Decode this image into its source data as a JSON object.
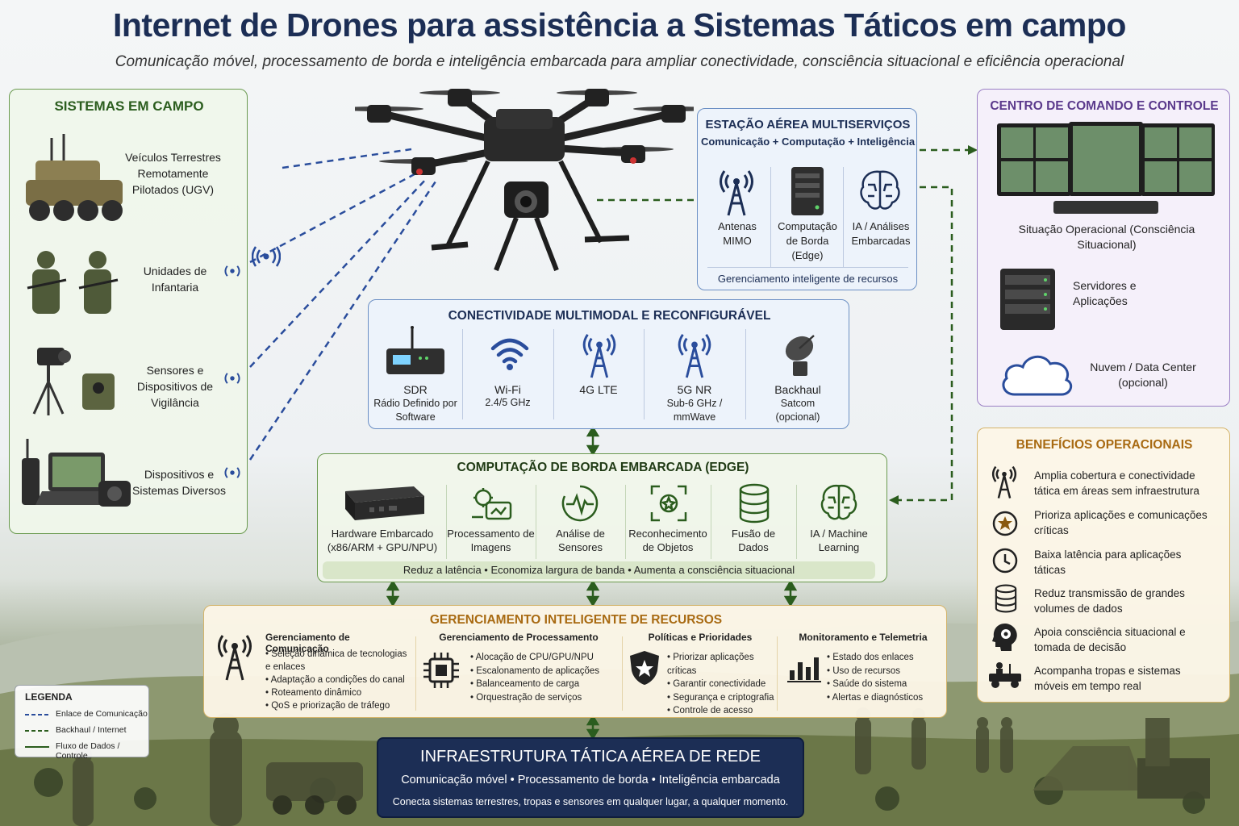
{
  "header": {
    "title": "Internet de Drones para assistência a Sistemas Táticos em campo",
    "subtitle": "Comunicação móvel, processamento de borda e inteligência embarcada para ampliar conectividade, consciência situacional e eficiência operacional"
  },
  "field": {
    "title": "SISTEMAS EM CAMPO",
    "items": [
      {
        "label": "Veículos Terrestres Remotamente Pilotados (UGV)"
      },
      {
        "label": "Unidades de Infantaria"
      },
      {
        "label": "Sensores e Dispositivos de Vigilância"
      },
      {
        "label": "Dispositivos e Sistemas Diversos"
      }
    ]
  },
  "station": {
    "title": "ESTAÇÃO AÉREA MULTISERVIÇOS",
    "subtitle": "Comunicação + Computação + Inteligência",
    "items": [
      {
        "label": "Antenas MIMO"
      },
      {
        "label": "Computação de Borda (Edge)"
      },
      {
        "label": "IA / Análises Embarcadas"
      }
    ],
    "footer": "Gerenciamento inteligente de recursos"
  },
  "command": {
    "title": "CENTRO DE COMANDO E CONTROLE",
    "situation": "Situação Operacional (Consciência Situacional)",
    "servers": "Servidores e Aplicações",
    "cloud": "Nuvem / Data Center (opcional)"
  },
  "connectivity": {
    "title": "CONECTIVIDADE MULTIMODAL E RECONFIGURÁVEL",
    "items": [
      {
        "name": "SDR",
        "desc": "Rádio Definido por Software"
      },
      {
        "name": "Wi-Fi",
        "desc": "2.4/5 GHz"
      },
      {
        "name": "4G LTE",
        "desc": ""
      },
      {
        "name": "5G NR",
        "desc": "Sub-6 GHz / mmWave"
      },
      {
        "name": "Backhaul",
        "desc": "Satcom (opcional)"
      }
    ]
  },
  "edge": {
    "title": "COMPUTAÇÃO DE BORDA EMBARCADA (EDGE)",
    "items": [
      {
        "label": "Hardware Embarcado (x86/ARM + GPU/NPU)"
      },
      {
        "label": "Processamento de Imagens"
      },
      {
        "label": "Análise de Sensores"
      },
      {
        "label": "Reconhecimento de Objetos"
      },
      {
        "label": "Fusão de Dados"
      },
      {
        "label": "IA / Machine Learning"
      }
    ],
    "footer": "Reduz a latência • Economiza largura de banda • Aumenta a consciência situacional"
  },
  "resources": {
    "title": "GERENCIAMENTO INTELIGENTE DE RECURSOS",
    "groups": [
      {
        "title": "Gerenciamento de Comunicação",
        "items": [
          "Seleção dinâmica de tecnologias e enlaces",
          "Adaptação a condições do canal",
          "Roteamento dinâmico",
          "QoS e priorização de tráfego"
        ]
      },
      {
        "title": "Gerenciamento de Processamento",
        "items": [
          "Alocação de CPU/GPU/NPU",
          "Escalonamento de aplicações",
          "Balanceamento de carga",
          "Orquestração de serviços"
        ]
      },
      {
        "title": "Políticas e Prioridades",
        "items": [
          "Priorizar aplicações críticas",
          "Garantir conectividade",
          "Segurança e criptografia",
          "Controle de acesso"
        ]
      },
      {
        "title": "Monitoramento e Telemetria",
        "items": [
          "Estado dos enlaces",
          "Uso de recursos",
          "Saúde do sistema",
          "Alertas e diagnósticos"
        ]
      }
    ]
  },
  "benefits": {
    "title": "BENEFÍCIOS OPERACIONAIS",
    "items": [
      "Amplia cobertura e conectividade tática em áreas sem infraestrutura",
      "Prioriza aplicações e comunicações críticas",
      "Baixa latência para aplicações táticas",
      "Reduz transmissão de grandes volumes de dados",
      "Apoia consciência situacional e tomada de decisão",
      "Acompanha tropas e sistemas móveis em tempo real"
    ]
  },
  "legend": {
    "title": "LEGENDA",
    "items": [
      "Enlace de Comunicação",
      "Backhaul / Internet",
      "Fluxo de Dados / Controle"
    ]
  },
  "infra": {
    "title": "INFRAESTRUTURA TÁTICA AÉREA DE REDE",
    "line1": "Comunicação móvel • Processamento de borda • Inteligência embarcada",
    "line2": "Conecta sistemas terrestres, tropas e sensores em qualquer lugar, a qualquer momento."
  },
  "colors": {
    "navy": "#1c2e55",
    "green": "#2b5d1e",
    "purple": "#5b3a8c",
    "amber": "#a86a12",
    "blue_link": "#2a4d9c",
    "green_link": "#2b5d1e"
  }
}
